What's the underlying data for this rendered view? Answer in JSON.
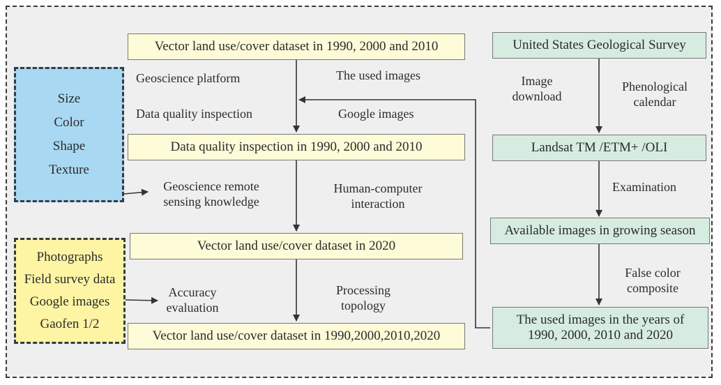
{
  "left_boxes": {
    "top": "Vector land use/cover dataset in 1990, 2000 and 2010",
    "quality": "Data quality inspection in 1990, 2000 and 2010",
    "dataset2020": "Vector land use/cover dataset in 2020",
    "final": "Vector land use/cover dataset in 1990,2000,2010,2020"
  },
  "right_boxes": {
    "usgs": "United States Geological Survey",
    "landsat": "Landsat TM /ETM+ /OLI",
    "available": "Available images in growing season",
    "used_line1": "The used images in the years of",
    "used_line2": "1990, 2000, 2010 and 2020"
  },
  "blue_box": {
    "items": [
      "Size",
      "Color",
      "Shape",
      "Texture"
    ]
  },
  "yellow_box": {
    "items": [
      "Photographs",
      "Field survey data",
      "Google images",
      "Gaofen 1/2"
    ]
  },
  "labels": {
    "geoscience_platform": "Geoscience platform",
    "data_quality_inspection": "Data quality inspection",
    "used_images": "The used images",
    "google_images": "Google images",
    "geo_knowledge_1": "Geoscience remote",
    "geo_knowledge_2": "sensing knowledge",
    "hci_1": "Human-computer",
    "hci_2": "interaction",
    "accuracy_1": "Accuracy",
    "accuracy_2": "evaluation",
    "processing_1": "Processing",
    "processing_2": "topology",
    "image_download_1": "Image",
    "image_download_2": "download",
    "phenological_1": "Phenological",
    "phenological_2": "calendar",
    "examination": "Examination",
    "false_color_1": "False color",
    "false_color_2": "composite"
  },
  "colors": {
    "left_box_fill": "#fefbd8",
    "right_box_fill": "#d6ece0",
    "blue_box_fill": "#a9d8f2",
    "yellow_box_fill": "#fdf5a4",
    "background": "#efefef"
  }
}
